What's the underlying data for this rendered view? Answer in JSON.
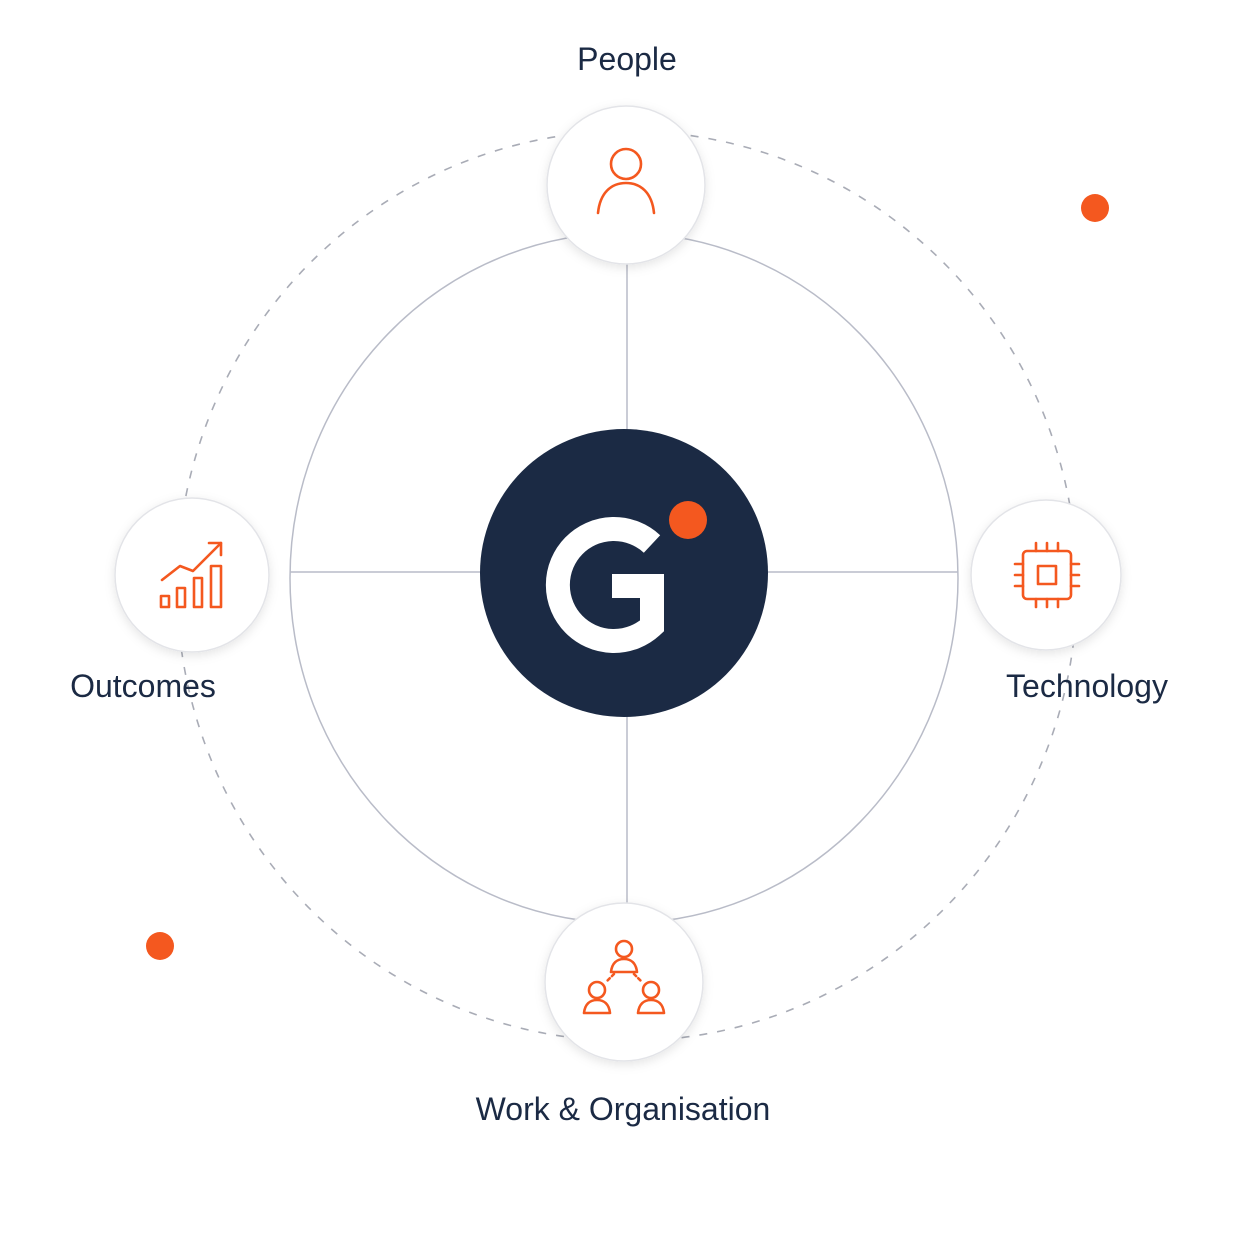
{
  "center_logo": {
    "letter": "G"
  },
  "nodes": {
    "people": {
      "label": "People",
      "icon": "person-icon"
    },
    "technology": {
      "label": "Technology",
      "icon": "chip-icon"
    },
    "work": {
      "label": "Work & Organisation",
      "icon": "org-chart-icon"
    },
    "outcomes": {
      "label": "Outcomes",
      "icon": "growth-chart-icon"
    }
  },
  "colors": {
    "accent": "#f4581f",
    "navy": "#1b2a44",
    "line": "#b9bcc8",
    "dashed": "#a9acb6"
  }
}
